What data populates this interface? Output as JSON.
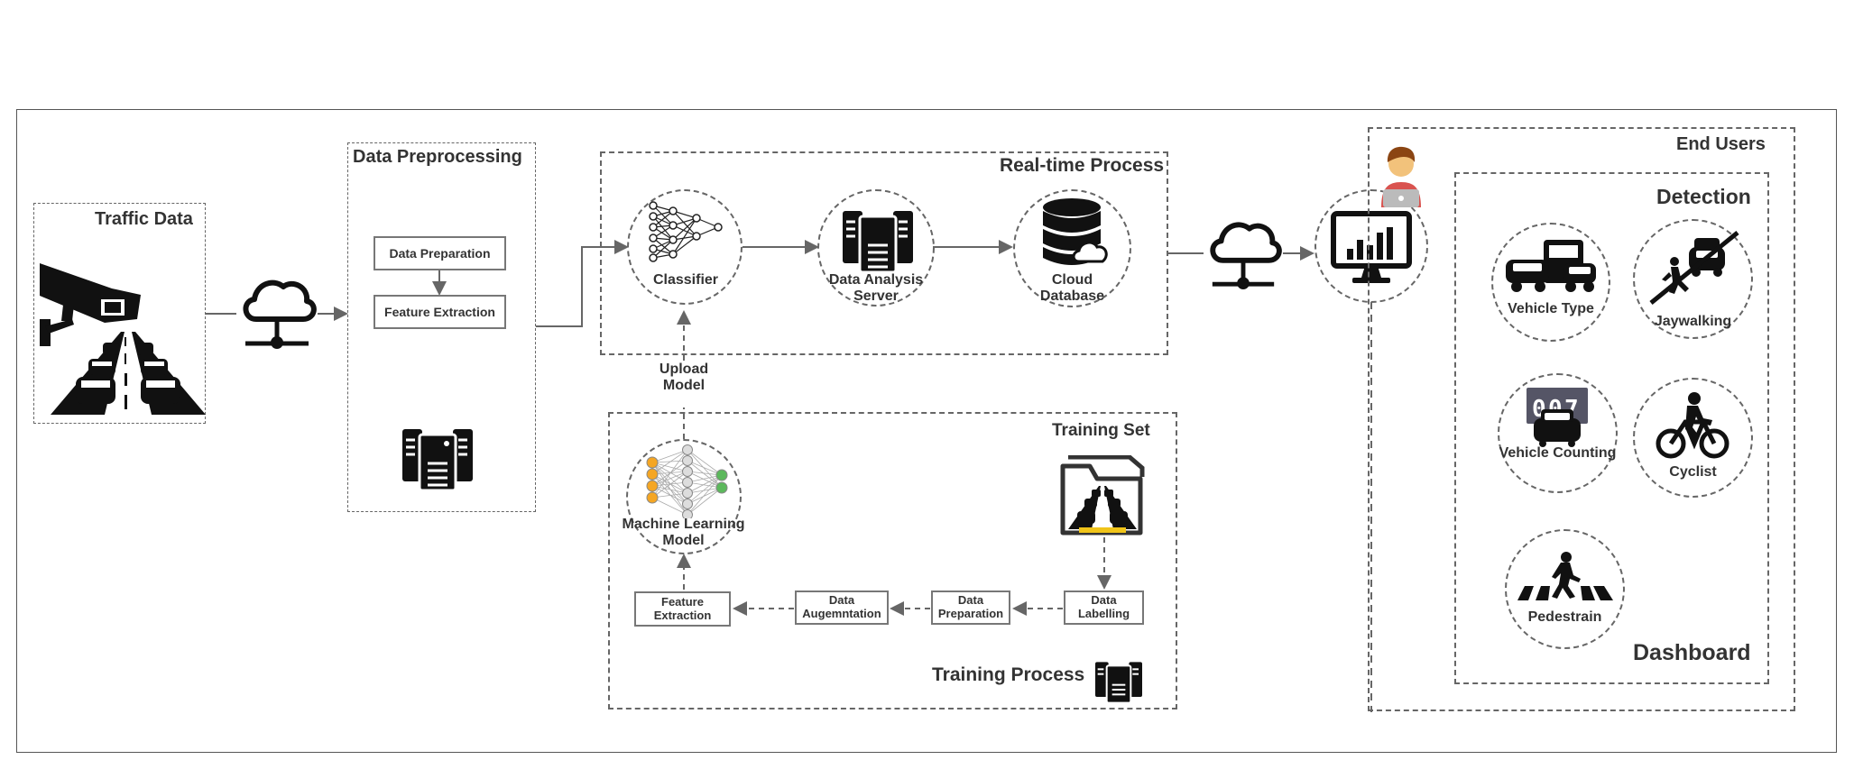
{
  "traffic_data": {
    "title": "Traffic Data"
  },
  "preprocessing": {
    "title": "Data Preprocessing",
    "step1": "Data Preparation",
    "step2": "Feature Extraction"
  },
  "realtime": {
    "title": "Real-time Process",
    "classifier": "Classifier",
    "server": "Data Analysis Server",
    "database": "Cloud Database"
  },
  "upload_label": "Upload Model",
  "training": {
    "set_title": "Training Set",
    "process_title": "Training Process",
    "ml_model": "Machine Learning Model",
    "steps": [
      "Feature Extraction",
      "Data Augemntation",
      "Data Preparation",
      "Data Labelling"
    ]
  },
  "end_users": {
    "title": "End Users"
  },
  "detection": {
    "title": "Detection",
    "items": [
      "Vehicle Type",
      "Jaywalking",
      "Vehicle Counting",
      "Cyclist",
      "Pedestrain"
    ],
    "footer": "Dashboard"
  },
  "colors": {
    "line": "#666666",
    "node_orange": "#f5a623",
    "node_green": "#5cb85c",
    "person_skin": "#f2c27b",
    "person_shirt": "#d9534f"
  }
}
